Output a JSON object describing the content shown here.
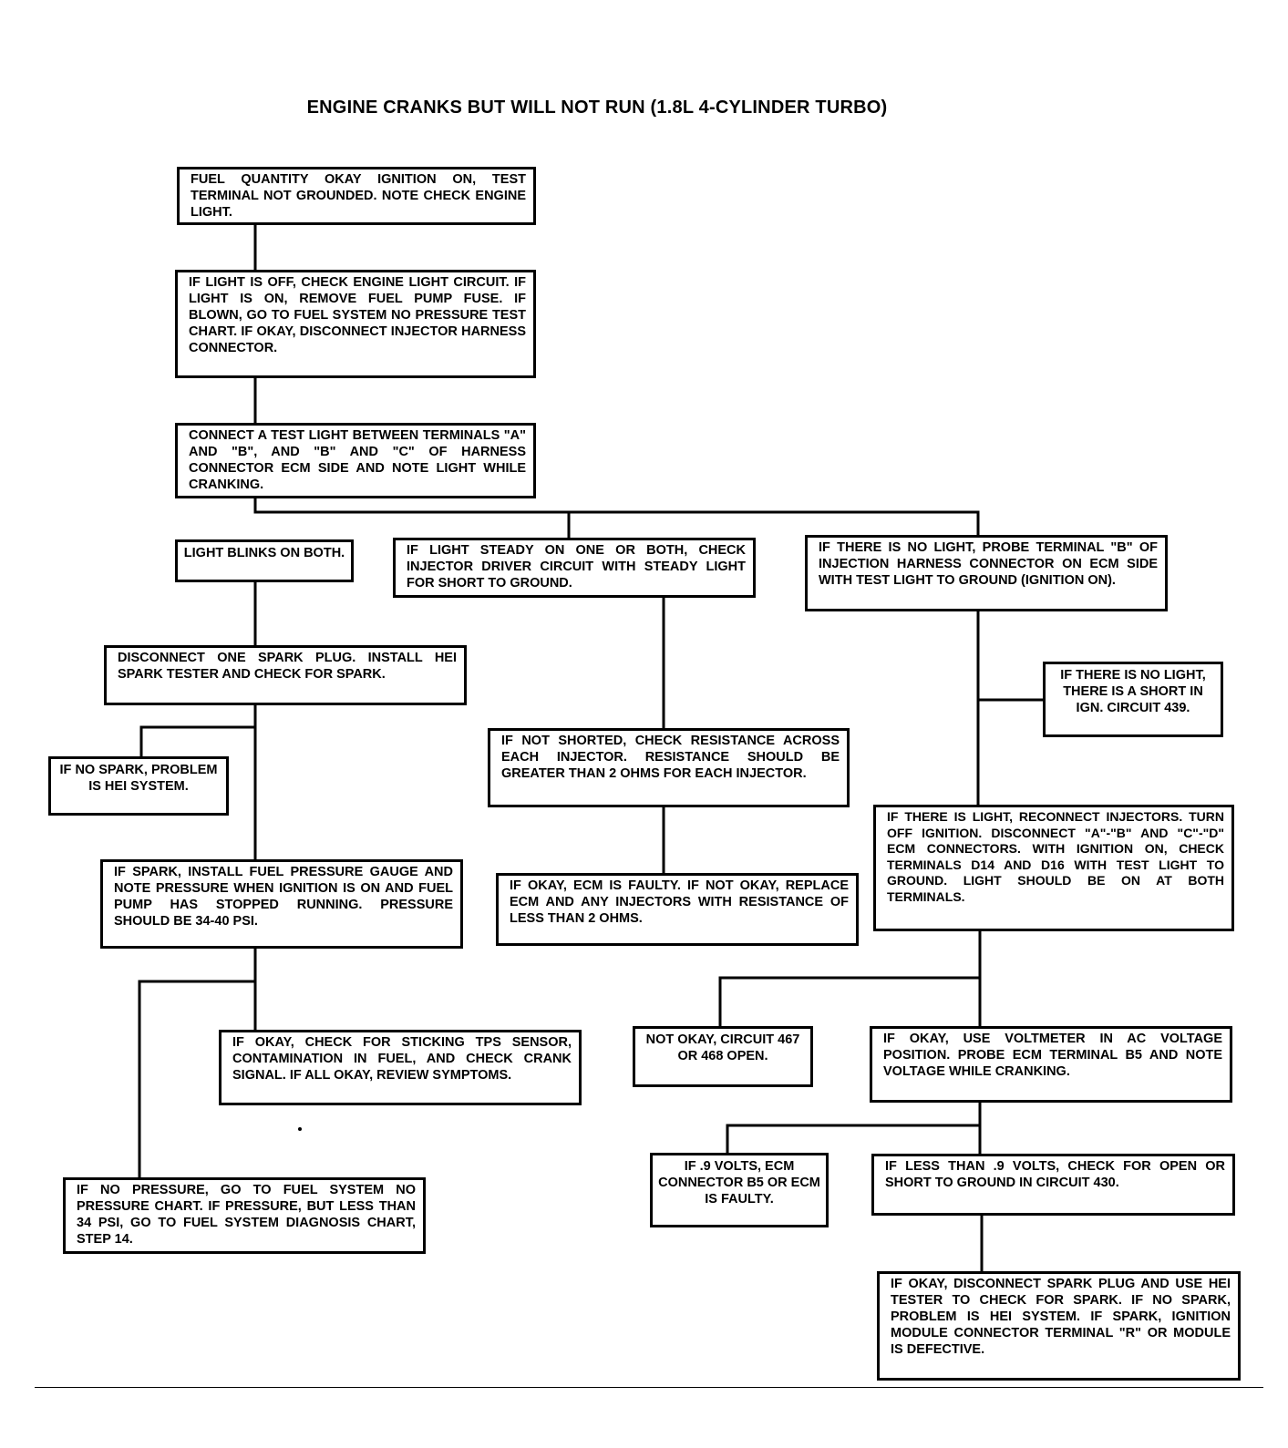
{
  "title": "ENGINE CRANKS BUT WILL NOT RUN (1.8L 4-CYLINDER TURBO)",
  "boxes": {
    "b1": "FUEL QUANTITY OKAY IGNITION ON, TEST TERMINAL NOT GROUNDED. NOTE CHECK ENGINE LIGHT.",
    "b2": "IF LIGHT IS OFF, CHECK ENGINE LIGHT CIRCUIT. IF LIGHT IS ON, REMOVE FUEL PUMP FUSE. IF BLOWN, GO TO FUEL SYSTEM NO PRESSURE TEST CHART. IF OKAY, DISCONNECT INJECTOR HARNESS CONNECTOR.",
    "b3": "CONNECT A TEST LIGHT BETWEEN TERMINALS \"A\" AND \"B\", AND \"B\" AND \"C\" OF HARNESS CONNECTOR ECM SIDE AND NOTE LIGHT WHILE CRANKING.",
    "b4": "LIGHT BLINKS ON BOTH.",
    "b5": "IF LIGHT STEADY ON ONE OR BOTH, CHECK INJECTOR DRIVER CIRCUIT WITH STEADY LIGHT FOR SHORT TO GROUND.",
    "b6": "IF THERE IS NO LIGHT, PROBE TERMINAL \"B\" OF INJECTION HARNESS CONNECTOR ON ECM SIDE WITH TEST LIGHT TO GROUND (IGNITION ON).",
    "b7": "DISCONNECT ONE SPARK PLUG. INSTALL HEI SPARK TESTER AND CHECK FOR SPARK.",
    "b8": "IF THERE IS NO LIGHT, THERE IS A SHORT IN IGN. CIRCUIT 439.",
    "b9": "IF NOT SHORTED, CHECK RESISTANCE ACROSS EACH INJECTOR. RESISTANCE SHOULD BE GREATER THAN 2 OHMS FOR EACH INJECTOR.",
    "b10": "IF NO SPARK, PROBLEM IS HEI SYSTEM.",
    "b11": "IF THERE IS LIGHT, RECONNECT INJECTORS. TURN OFF IGNITION. DISCONNECT \"A\"-\"B\" AND \"C\"-\"D\" ECM CONNECTORS. WITH IGNITION ON, CHECK TERMINALS D14 AND D16 WITH TEST LIGHT TO GROUND. LIGHT SHOULD BE ON AT BOTH TERMINALS.",
    "b12": "IF SPARK, INSTALL FUEL PRESSURE GAUGE AND NOTE PRESSURE WHEN IGNITION IS ON AND FUEL PUMP HAS STOPPED RUNNING. PRESSURE SHOULD BE 34-40 PSI.",
    "b13": "IF OKAY, ECM IS FAULTY. IF NOT OKAY, REPLACE ECM AND ANY INJECTORS WITH RESISTANCE OF LESS THAN 2 OHMS.",
    "b14": "IF OKAY, CHECK FOR STICKING TPS SENSOR, CONTAMINATION IN FUEL, AND CHECK CRANK SIGNAL. IF ALL OKAY, REVIEW SYMPTOMS.",
    "b15": "NOT OKAY, CIRCUIT 467 OR 468 OPEN.",
    "b16": "IF OKAY, USE VOLTMETER IN AC VOLTAGE POSITION. PROBE ECM TERMINAL B5 AND NOTE VOLTAGE WHILE CRANKING.",
    "b17": "IF .9 VOLTS, ECM CONNECTOR B5 OR ECM IS FAULTY.",
    "b18": "IF LESS THAN .9 VOLTS, CHECK FOR OPEN OR SHORT TO GROUND IN CIRCUIT 430.",
    "b19": "IF NO PRESSURE, GO TO FUEL SYSTEM NO PRESSURE CHART. IF PRESSURE, BUT LESS THAN 34 PSI, GO TO FUEL SYSTEM DIAGNOSIS CHART, STEP 14.",
    "b20": "IF OKAY, DISCONNECT SPARK PLUG AND USE HEI TESTER TO CHECK FOR SPARK. IF NO SPARK, PROBLEM IS HEI SYSTEM. IF SPARK, IGNITION MODULE CONNECTOR TERMINAL \"R\" OR MODULE IS DEFECTIVE."
  }
}
